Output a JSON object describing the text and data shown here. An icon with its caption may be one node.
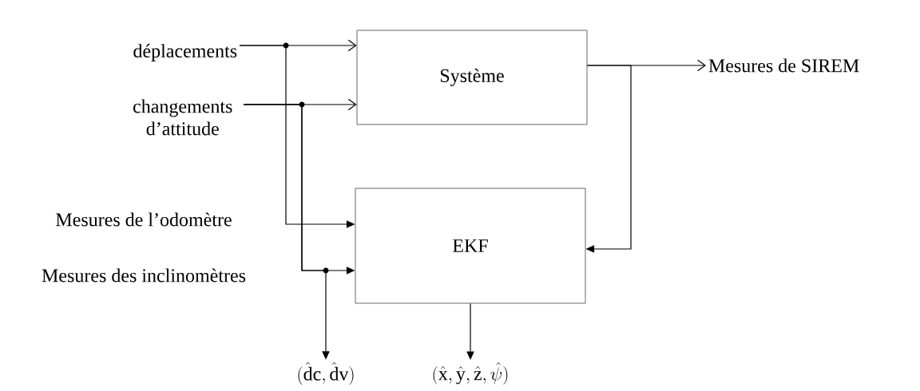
{
  "diagram": {
    "nodes": [
      {
        "text": [
          "déplacements"
        ]
      },
      {
        "text": [
          "changements d’attitude"
        ]
      },
      {
        "text": [
          "Système"
        ]
      },
      {
        "text": [
          "EKF"
        ]
      },
      {
        "text": [
          "Mesures de SIREM"
        ]
      },
      {
        "text": [
          "(\\hat{\\mathrm{d}}\\mathrm{c}, \\hat{\\mathrm{d}}\\mathrm{v})"
        ]
      },
      {
        "text": [
          "(\\hat{\\mathrm{x}}, \\hat{\\mathrm{y}}, \\hat{\\mathrm{z}}, \\hat{\\psi})"
        ]
      }
    ],
    "edges": [
      {
        "from": 0,
        "to": 2,
        "arrow": "to"
      },
      {
        "from": 1,
        "to": 2,
        "arrow": "to"
      },
      {
        "from": 0,
        "to": 3,
        "arrow": "to"
      },
      {
        "from": 1,
        "to": 3,
        "arrow": "to"
      },
      {
        "from": 1,
        "to": 5,
        "arrow": "to"
      },
      {
        "from": 2,
        "to": 4,
        "arrow": "to"
      },
      {
        "from": 2,
        "to": 3,
        "arrow": "to"
      },
      {
        "from": 3,
        "to": 6,
        "arrow": "to"
      }
    ],
    "labels": [
      "Mesures de l’odomètre",
      "Mesures des inclinomètres"
    ]
  }
}
